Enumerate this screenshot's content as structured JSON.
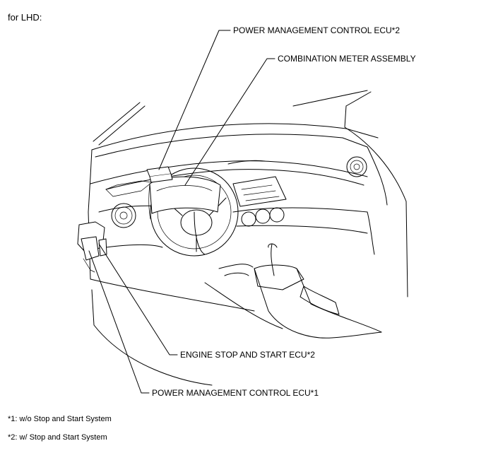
{
  "heading": "for LHD:",
  "callouts": {
    "pm_ecu_2": "POWER MANAGEMENT CONTROL ECU*2",
    "combination_meter": "COMBINATION METER ASSEMBLY",
    "engine_stop_start_ecu": "ENGINE STOP AND START ECU*2",
    "pm_ecu_1": "POWER MANAGEMENT CONTROL ECU*1"
  },
  "notes": {
    "note_1": "*1: w/o Stop and Start System",
    "note_2": "*2: w/ Stop and Start System"
  }
}
